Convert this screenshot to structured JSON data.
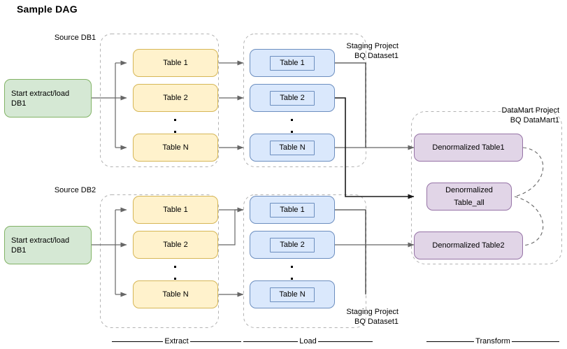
{
  "page": {
    "title": "Sample DAG",
    "background": "#ffffff"
  },
  "palette": {
    "green_fill": "#d5e8d4",
    "green_stroke": "#82b366",
    "yellow_fill": "#fff2cc",
    "yellow_stroke": "#d6b656",
    "blue_fill": "#dae8fc",
    "blue_stroke": "#6c8ebf",
    "purple_fill": "#e1d5e7",
    "purple_stroke": "#9673a6",
    "container_stroke": "#b3b3b3",
    "edge_stroke": "#666666",
    "edge_stroke_dark": "#1a1a1a"
  },
  "group_labels": {
    "source_db1": "Source DB1",
    "source_db2": "Source DB2",
    "staging_top_line1": "Staging Project",
    "staging_top_line2": "BQ Dataset1",
    "staging_bottom_line1": "Staging Project",
    "staging_bottom_line2": "BQ Dataset1",
    "datamart_line1": "DataMart Project",
    "datamart_line2": "BQ DataMart1"
  },
  "start_nodes": [
    {
      "id": "start-db1-top",
      "line1": "Start extract/load",
      "line2": "DB1"
    },
    {
      "id": "start-db1-bottom",
      "line1": "Start extract/load",
      "line2": "DB1"
    }
  ],
  "extract_top": {
    "tables": [
      "Table 1",
      "Table 2",
      "Table N"
    ]
  },
  "extract_bottom": {
    "tables": [
      "Table 1",
      "Table 2",
      "Table N"
    ]
  },
  "load_top": {
    "tables": [
      "Table 1",
      "Table 2",
      "Table N"
    ]
  },
  "load_bottom": {
    "tables": [
      "Table 1",
      "Table 2",
      "Table N"
    ]
  },
  "transform": {
    "nodes": [
      {
        "id": "denorm-table1",
        "label": "Denormalized Table1"
      },
      {
        "id": "denorm-table-all",
        "line1": "Denormalized",
        "line2": "Table_all"
      },
      {
        "id": "denorm-table2",
        "label": "Denormalized Table2"
      }
    ]
  },
  "phases": [
    {
      "id": "phase-extract",
      "label": "Extract"
    },
    {
      "id": "phase-load",
      "label": "Load"
    },
    {
      "id": "phase-transform",
      "label": "Transform"
    }
  ]
}
